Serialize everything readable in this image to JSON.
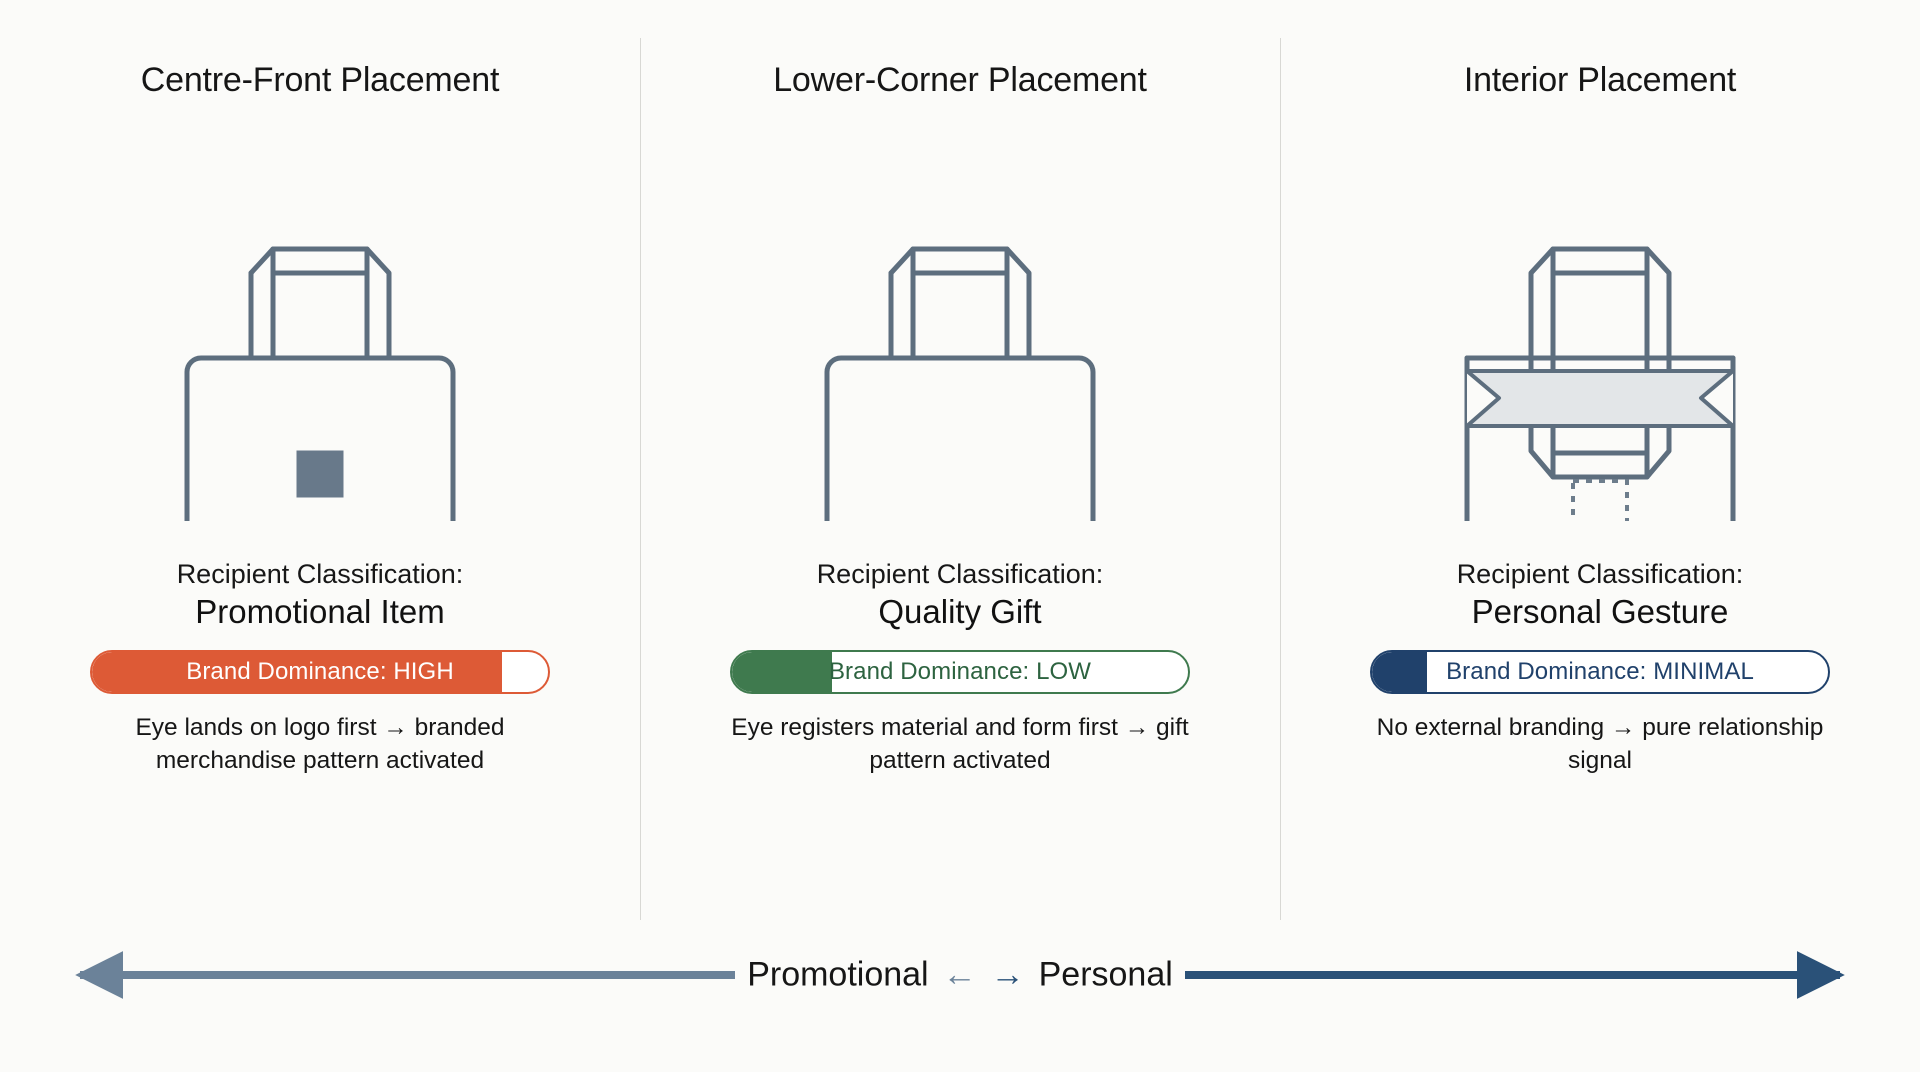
{
  "colors": {
    "background": "#fbfbf9",
    "ink": "#5d6e7e",
    "divider": "#d8d8d4",
    "high": "#dd5a36",
    "low": "#3f7a4e",
    "minimal": "#20416b",
    "banner_fill": "#e3e6e8"
  },
  "columns": [
    {
      "title": "Centre-Front Placement",
      "bag_variant": "centre-front",
      "logo_position": "centre",
      "classification_label": "Recipient Classification:",
      "classification_value": "Promotional Item",
      "dominance_text": "Brand Dominance: HIGH",
      "dominance_level": "HIGH",
      "dominance_fill_percent": 90,
      "dominance_color": "#dd5a36",
      "dominance_text_color": "#ffffff",
      "description": "Eye lands on logo first → branded merchandise pattern activated"
    },
    {
      "title": "Lower-Corner Placement",
      "bag_variant": "lower-corner",
      "logo_position": "lower-right",
      "classification_label": "Recipient Classification:",
      "classification_value": "Quality Gift",
      "dominance_text": "Brand Dominance: LOW",
      "dominance_level": "LOW",
      "dominance_fill_percent": 22,
      "dominance_color": "#3f7a4e",
      "dominance_text_color": "#2d6340",
      "description": "Eye registers material and form first → gift pattern activated"
    },
    {
      "title": "Interior Placement",
      "bag_variant": "interior",
      "logo_position": "interior-dashed",
      "classification_label": "Recipient Classification:",
      "classification_value": "Personal Gesture",
      "dominance_text": "Brand Dominance: MINIMAL",
      "dominance_level": "MINIMAL",
      "dominance_fill_percent": 12,
      "dominance_color": "#20416b",
      "dominance_text_color": "#20416b",
      "description": "No external branding → pure relationship signal"
    }
  ],
  "spectrum": {
    "left_label": "Promotional",
    "right_label": "Personal",
    "left_arrow_glyph": "←",
    "right_arrow_glyph": "→",
    "left_axis_color": "#6b8299",
    "right_axis_color": "#2a5178"
  }
}
